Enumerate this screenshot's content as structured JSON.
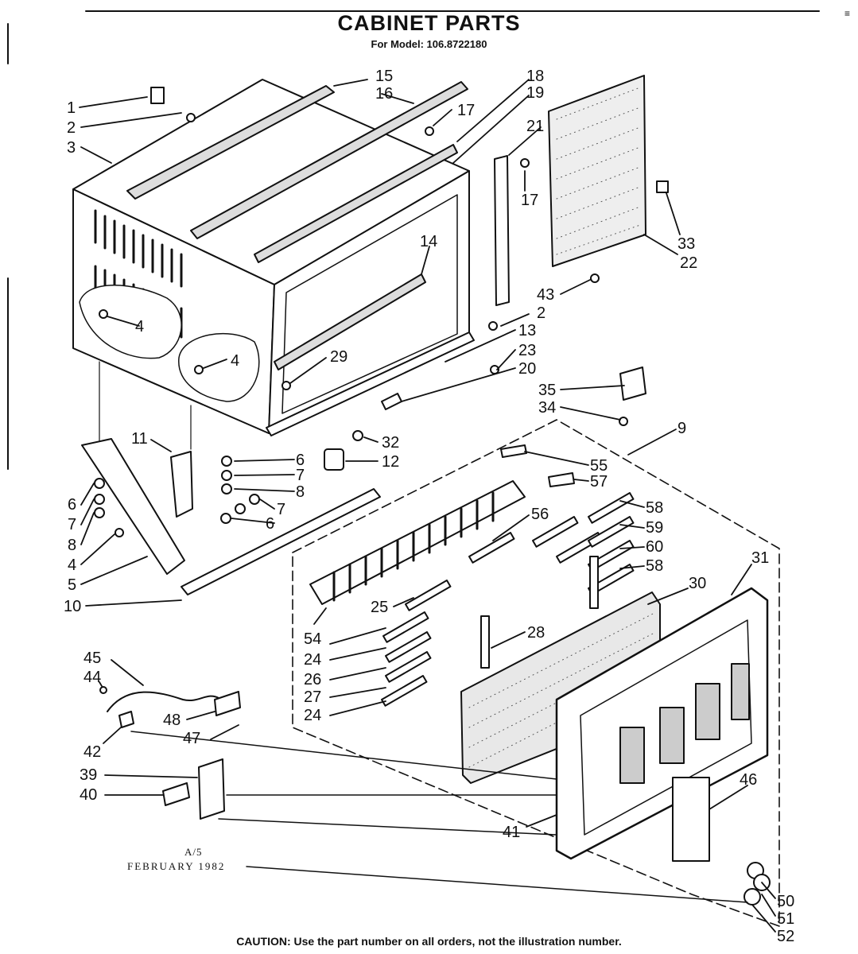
{
  "header": {
    "title": "CABINET PARTS",
    "model_line": "For Model: 106.8722180"
  },
  "revision": {
    "sheet": "A/5",
    "date": "FEBRUARY 1982"
  },
  "footer": {
    "caution": "CAUTION: Use the part number on all orders, not the illustration number."
  },
  "margin_mark": "≡",
  "part_callouts": [
    "1",
    "2",
    "3",
    "15",
    "16",
    "17",
    "18",
    "19",
    "21",
    "17",
    "33",
    "22",
    "43",
    "2",
    "14",
    "4",
    "4",
    "13",
    "23",
    "29",
    "20",
    "35",
    "34",
    "9",
    "11",
    "6",
    "7",
    "8",
    "32",
    "12",
    "7",
    "6",
    "55",
    "57",
    "6",
    "7",
    "8",
    "4",
    "5",
    "10",
    "56",
    "58",
    "59",
    "60",
    "58",
    "31",
    "30",
    "25",
    "54",
    "24",
    "26",
    "27",
    "24",
    "28",
    "45",
    "44",
    "48",
    "47",
    "42",
    "39",
    "40",
    "41",
    "46",
    "50",
    "51",
    "52"
  ]
}
